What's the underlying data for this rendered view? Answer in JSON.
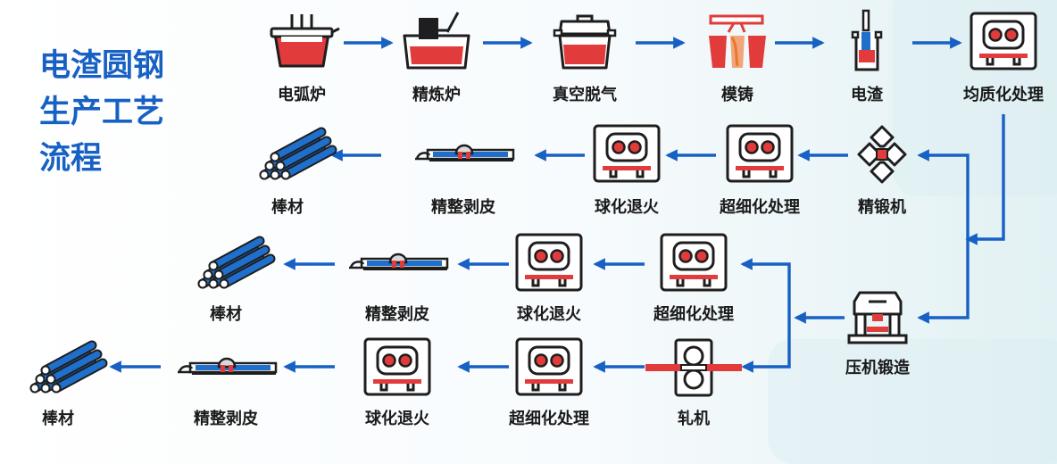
{
  "title_lines": [
    "电渣圆钢",
    "生产工艺",
    "流程"
  ],
  "colors": {
    "accent": "#1760c4",
    "red": "#e23b3b",
    "steel": "#1f6fcc",
    "line": "#1e1e1e"
  },
  "nodes": [
    {
      "id": "n1",
      "label": "电弧炉",
      "icon": "arc-furnace-icon"
    },
    {
      "id": "n2",
      "label": "精炼炉",
      "icon": "refining-furnace-icon"
    },
    {
      "id": "n3",
      "label": "真空脱气",
      "icon": "vacuum-degassing-icon"
    },
    {
      "id": "n4",
      "label": "模铸",
      "icon": "mold-casting-icon"
    },
    {
      "id": "n5",
      "label": "电渣",
      "icon": "electroslag-icon"
    },
    {
      "id": "n6",
      "label": "均质化处理",
      "icon": "furnace-icon"
    },
    {
      "id": "n7",
      "label": "精锻机",
      "icon": "precision-forging-icon"
    },
    {
      "id": "n8",
      "label": "超细化处理",
      "icon": "furnace-icon"
    },
    {
      "id": "n9",
      "label": "球化退火",
      "icon": "furnace-icon"
    },
    {
      "id": "n10",
      "label": "精整剥皮",
      "icon": "peeling-machine-icon"
    },
    {
      "id": "n11",
      "label": "棒材",
      "icon": "bar-stock-icon"
    },
    {
      "id": "n12",
      "label": "压机锻造",
      "icon": "press-forging-icon"
    },
    {
      "id": "n13",
      "label": "超细化处理",
      "icon": "furnace-icon"
    },
    {
      "id": "n14",
      "label": "球化退火",
      "icon": "furnace-icon"
    },
    {
      "id": "n15",
      "label": "精整剥皮",
      "icon": "peeling-machine-icon"
    },
    {
      "id": "n16",
      "label": "棒材",
      "icon": "bar-stock-icon"
    },
    {
      "id": "n17",
      "label": "轧机",
      "icon": "rolling-mill-icon"
    },
    {
      "id": "n18",
      "label": "超细化处理",
      "icon": "furnace-icon"
    },
    {
      "id": "n19",
      "label": "球化退火",
      "icon": "furnace-icon"
    },
    {
      "id": "n20",
      "label": "精整剥皮",
      "icon": "peeling-machine-icon"
    },
    {
      "id": "n21",
      "label": "棒材",
      "icon": "bar-stock-icon"
    }
  ],
  "edges": [
    [
      "n1",
      "n2"
    ],
    [
      "n2",
      "n3"
    ],
    [
      "n3",
      "n4"
    ],
    [
      "n4",
      "n5"
    ],
    [
      "n5",
      "n6"
    ],
    [
      "n6",
      "n7"
    ],
    [
      "n7",
      "n8"
    ],
    [
      "n8",
      "n9"
    ],
    [
      "n9",
      "n10"
    ],
    [
      "n10",
      "n11"
    ],
    [
      "n6",
      "n12"
    ],
    [
      "n12",
      "n13"
    ],
    [
      "n13",
      "n14"
    ],
    [
      "n14",
      "n15"
    ],
    [
      "n15",
      "n16"
    ],
    [
      "n12",
      "n17"
    ],
    [
      "n17",
      "n18"
    ],
    [
      "n18",
      "n19"
    ],
    [
      "n19",
      "n20"
    ],
    [
      "n20",
      "n21"
    ]
  ]
}
